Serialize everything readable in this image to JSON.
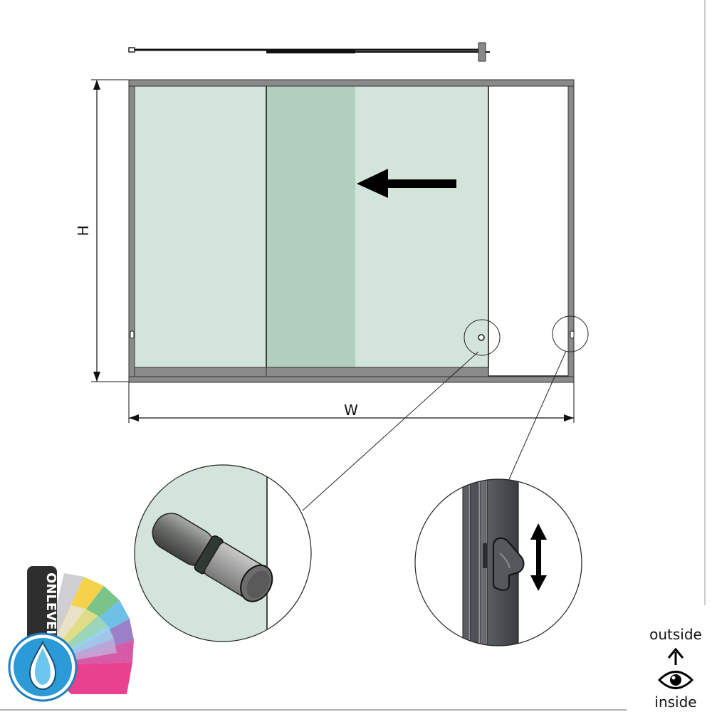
{
  "dimensions": {
    "width_label": "W",
    "height_label": "H"
  },
  "orientation": {
    "outside_label": "outside",
    "inside_label": "inside",
    "eye_icon": "eye-icon",
    "arrow_icon": "arrow-up-icon"
  },
  "panels": {
    "sliding_direction": "left",
    "glass_color": "#d3e5da",
    "overlap_color": "#b0cfbe",
    "frame_color": "#8a8a8a"
  },
  "details": {
    "left_detail": "handle-knob",
    "right_detail": "latch-lock",
    "latch_motion_icon": "double-arrow-vertical-icon"
  },
  "logo": {
    "brand_text": "ONLEVEL"
  }
}
